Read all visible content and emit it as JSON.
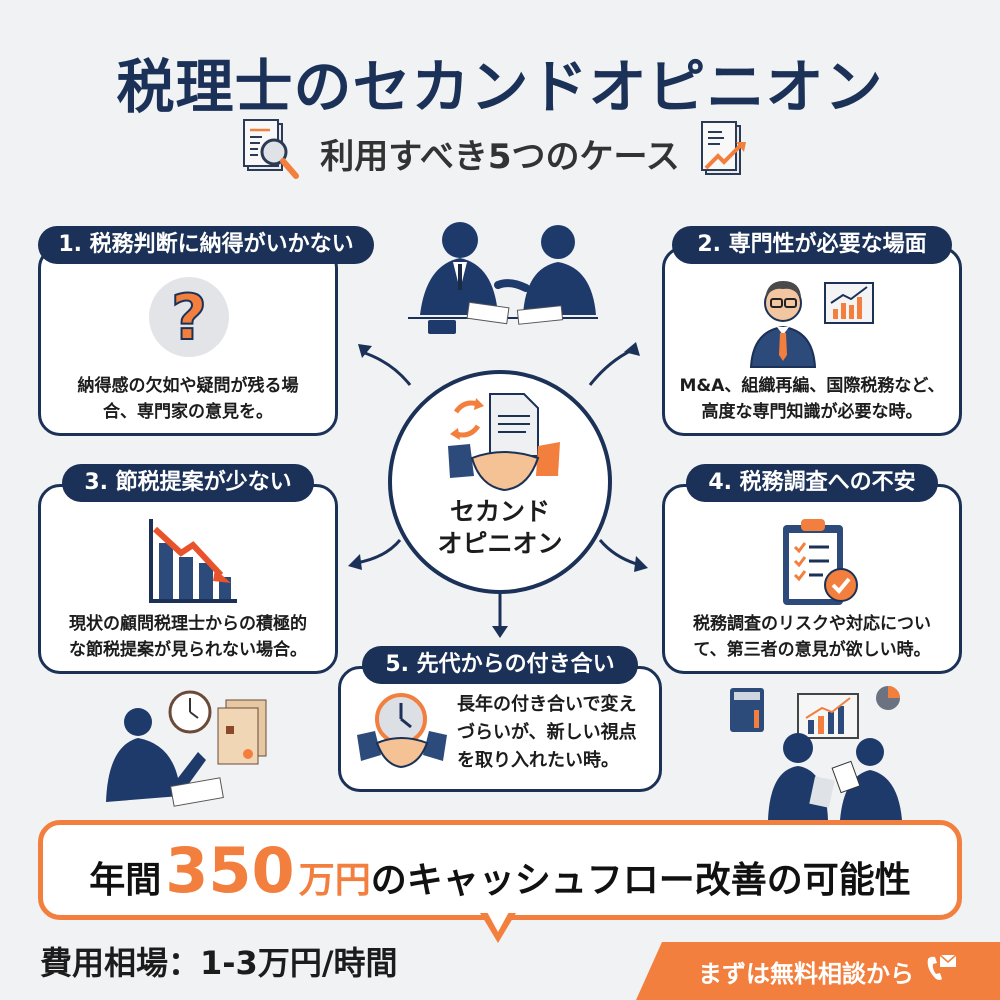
{
  "header": {
    "title": "税理士のセカンドオピニオン",
    "subtitle": "利用すべき5つのケース",
    "left_icon": "document-search-icon",
    "right_icon": "document-chart-icon"
  },
  "hub": {
    "label_line1": "セカンド",
    "label_line2": "オピニオン",
    "icon": "handshake-document-icon"
  },
  "cases": [
    {
      "title": "1. 税務判断に納得がいかない",
      "desc_line1": "納得感の欠如や疑問が残る場",
      "desc_line2": "合、専門家の意見を。",
      "icon": "question-mark-icon"
    },
    {
      "title": "2. 専門性が必要な場面",
      "desc_line1": "M&A、組織再編、国際税務など、",
      "desc_line2": "高度な専門知識が必要な時。",
      "icon": "expert-chart-icon"
    },
    {
      "title": "3. 節税提案が少ない",
      "desc_line1": "現状の顧問税理士からの積極的",
      "desc_line2": "な節税提案が見られない場合。",
      "icon": "declining-chart-icon"
    },
    {
      "title": "4. 税務調査への不安",
      "desc_line1": "税務調査のリスクや対応につい",
      "desc_line2": "て、第三者の意見が欲しい時。",
      "icon": "clipboard-check-icon"
    },
    {
      "title": "5. 先代からの付き合い",
      "desc_line1": "長年の付き合いで変え",
      "desc_line2": "づらいが、新しい視点",
      "desc_line3": "を取り入れたい時。",
      "icon": "clock-handshake-icon"
    }
  ],
  "banner": {
    "prefix": "年間",
    "amount": "350",
    "unit": "万円",
    "suffix": "のキャッシュフロー改善の可能性"
  },
  "fee": "費用相場：1-3万円/時間",
  "cta": {
    "label": "まずは無料相談から",
    "icon": "phone-mail-icon"
  },
  "colors": {
    "navy": "#1b3157",
    "orange": "#f27f3d",
    "background": "#f1f2f3"
  }
}
